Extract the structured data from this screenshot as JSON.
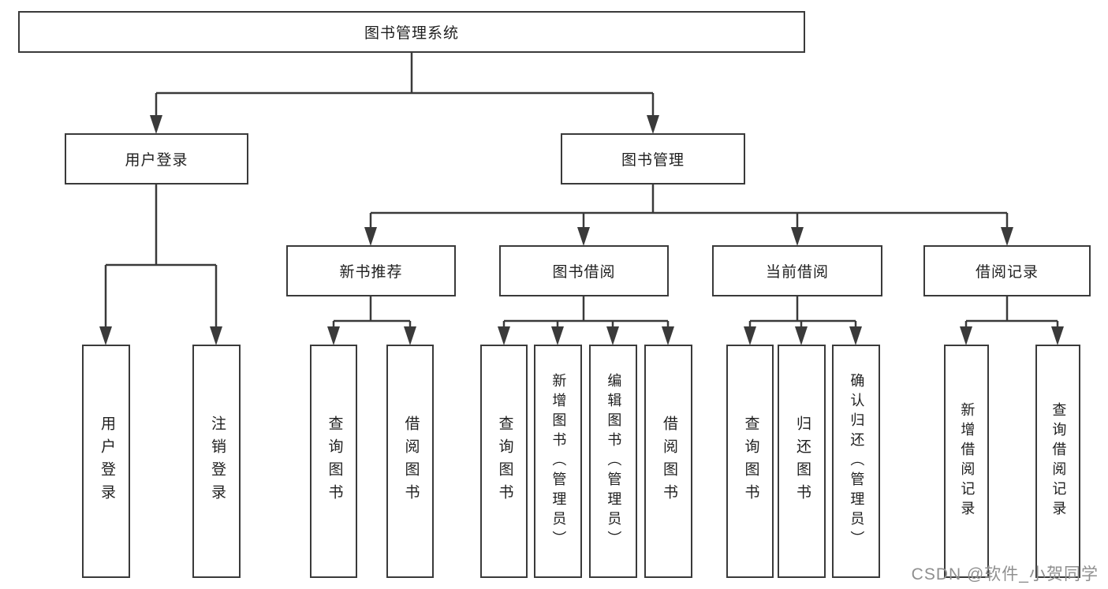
{
  "diagram_title": "图书管理系统",
  "nodes": {
    "root": "图书管理系统",
    "user_login": "用户登录",
    "book_management": "图书管理",
    "new_book_recommend": "新书推荐",
    "book_borrowing": "图书借阅",
    "current_borrowing": "当前借阅",
    "borrowing_records": "借阅记录",
    "leaf_user_login": "用户登录",
    "leaf_logout_login": "注销登录",
    "leaf_query_books_recommend": "查询图书",
    "leaf_borrow_books_recommend": "借阅图书",
    "leaf_query_books_borrowing": "查询图书",
    "leaf_add_books_admin": "新增图书（管理员）",
    "leaf_edit_books_admin": "编辑图书（管理员）",
    "leaf_borrow_books_borrowing": "借阅图书",
    "leaf_query_books_current": "查询图书",
    "leaf_return_books": "归还图书",
    "leaf_confirm_return_admin": "确认归还（管理员）",
    "leaf_add_borrow_record": "新增借阅记录",
    "leaf_query_borrow_record": "查询借阅记录"
  },
  "structure": {
    "图书管理系统": {
      "用户登录": [
        "用户登录",
        "注销登录"
      ],
      "图书管理": {
        "新书推荐": [
          "查询图书",
          "借阅图书"
        ],
        "图书借阅": [
          "查询图书",
          "新增图书（管理员）",
          "编辑图书（管理员）",
          "借阅图书"
        ],
        "当前借阅": [
          "查询图书",
          "归还图书",
          "确认归还（管理员）"
        ],
        "借阅记录": [
          "新增借阅记录",
          "查询借阅记录"
        ]
      }
    }
  },
  "watermark": "CSDN @软件_小贺同学",
  "colors": {
    "line": "#3a3a3a",
    "text": "#1f1f1f",
    "watermark": "#8f8f8f",
    "background": "#ffffff"
  }
}
